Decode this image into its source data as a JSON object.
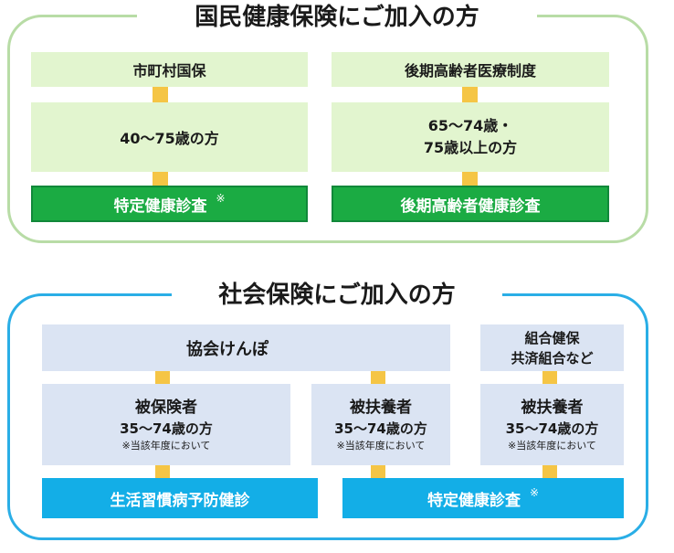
{
  "national_health_insurance": {
    "title": "国民健康保険にご加入の方",
    "left": {
      "header": "市町村国保",
      "age": "40〜75歳の方",
      "checkup": "特定健康診査",
      "checkup_mark": "※"
    },
    "right": {
      "header": "後期高齢者医療制度",
      "age_line1": "65〜74歳・",
      "age_line2": "75歳以上の方",
      "checkup": "後期高齢者健康診査"
    }
  },
  "social_insurance": {
    "title": "社会保険にご加入の方",
    "kyokai": "協会けんぽ",
    "kumiai_line1": "組合健保",
    "kumiai_line2": "共済組合など",
    "insured": {
      "label": "被保険者",
      "age": "35〜74歳の方",
      "note": "※当該年度において"
    },
    "dependent_kyokai": {
      "label": "被扶養者",
      "age": "35〜74歳の方",
      "note": "※当該年度において"
    },
    "dependent_kumiai": {
      "label": "被扶養者",
      "age": "35〜74歳の方",
      "note": "※当該年度において"
    },
    "checkup_lifestyle": "生活習慣病予防健診",
    "checkup_specific": "特定健康診査",
    "checkup_mark": "※"
  }
}
